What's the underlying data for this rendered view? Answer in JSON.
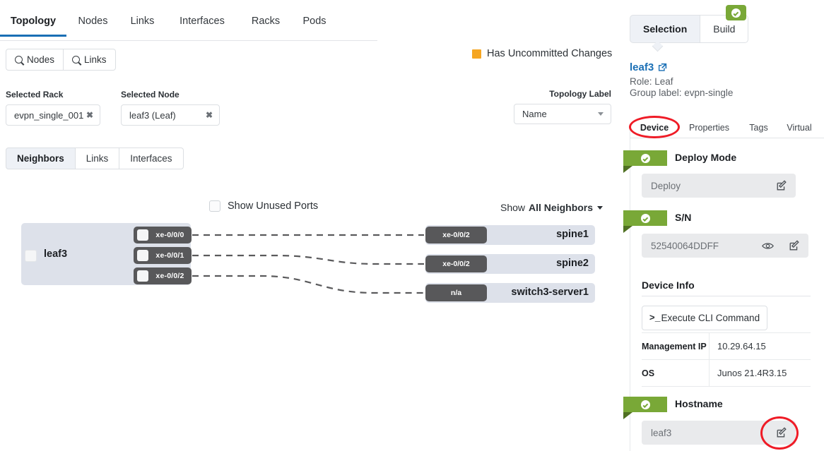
{
  "top_tabs": [
    {
      "label": "Topology",
      "active": true
    },
    {
      "label": "Nodes",
      "active": false
    },
    {
      "label": "Links",
      "active": false
    },
    {
      "label": "Interfaces",
      "active": false
    },
    {
      "label": "Racks",
      "active": false
    },
    {
      "label": "Pods",
      "active": false
    }
  ],
  "search_buttons": [
    {
      "label": "Nodes",
      "icon": "search-icon"
    },
    {
      "label": "Links",
      "icon": "search-icon"
    }
  ],
  "filters": {
    "selected_rack": {
      "label": "Selected Rack",
      "value": "evpn_single_001",
      "clear_icon": "close-x-icon"
    },
    "selected_node": {
      "label": "Selected Node",
      "value": "leaf3 (Leaf)",
      "clear_icon": "close-x-icon"
    },
    "topology_label": {
      "label": "Topology Label",
      "value": "Name",
      "options": [
        "Name"
      ]
    }
  },
  "legend": {
    "uncommitted_label": "Has Uncommitted Changes",
    "uncommitted_color": "#f5a623"
  },
  "view_tabs": [
    {
      "label": "Neighbors",
      "active": true
    },
    {
      "label": "Links",
      "active": false
    },
    {
      "label": "Interfaces",
      "active": false
    }
  ],
  "topology_controls": {
    "show_unused_ports": {
      "label": "Show Unused Ports",
      "checked": false
    },
    "show_neighbors": {
      "prefix": "Show",
      "value": "All Neighbors"
    }
  },
  "topology": {
    "source_node": {
      "name": "leaf3",
      "checked": false,
      "ports": [
        {
          "label": "xe-0/0/0",
          "checked": false
        },
        {
          "label": "xe-0/0/1",
          "checked": false
        },
        {
          "label": "xe-0/0/2",
          "checked": false
        }
      ]
    },
    "neighbors": [
      {
        "name": "spine1",
        "port": "xe-0/0/2"
      },
      {
        "name": "spine2",
        "port": "xe-0/0/2"
      },
      {
        "name": "switch3-server1",
        "port": "n/a"
      }
    ],
    "node_fill": "#dde1ea",
    "port_fill": "#58585a",
    "link_style": "dashed"
  },
  "right_panel": {
    "mode_tabs": [
      {
        "label": "Selection",
        "active": true
      },
      {
        "label": "Build",
        "active": false
      }
    ],
    "build_badge_icon": "check-circle-icon",
    "node": {
      "name": "leaf3",
      "external_link_icon": "external-link-icon",
      "role": "Role: Leaf",
      "group_label": "Group label: evpn-single"
    },
    "sub_tabs": [
      {
        "label": "Device",
        "active": true
      },
      {
        "label": "Properties",
        "active": false
      },
      {
        "label": "Tags",
        "active": false
      },
      {
        "label": "Virtual",
        "active": false
      }
    ],
    "sections": {
      "deploy_mode": {
        "title": "Deploy Mode",
        "status_icon": "check-circle-icon",
        "value": "Deploy",
        "edit_icon": "edit-pencil-icon"
      },
      "serial_number": {
        "title": "S/N",
        "status_icon": "check-circle-icon",
        "value": "52540064DDFF",
        "reveal_icon": "eye-icon",
        "edit_icon": "edit-pencil-icon"
      },
      "device_info": {
        "title": "Device Info",
        "cli_button": {
          "label": "Execute CLI Command",
          "prompt": ">_"
        },
        "rows": [
          {
            "key": "Management IP",
            "value": "10.29.64.15"
          },
          {
            "key": "OS",
            "value": "Junos 21.4R3.15"
          }
        ]
      },
      "hostname": {
        "title": "Hostname",
        "status_icon": "check-circle-icon",
        "value": "leaf3",
        "edit_icon": "edit-pencil-icon"
      }
    }
  },
  "annotations": {
    "device_tab_highlight": "red-ellipse",
    "hostname_edit_highlight": "red-ellipse",
    "color": "#ef1b26"
  }
}
